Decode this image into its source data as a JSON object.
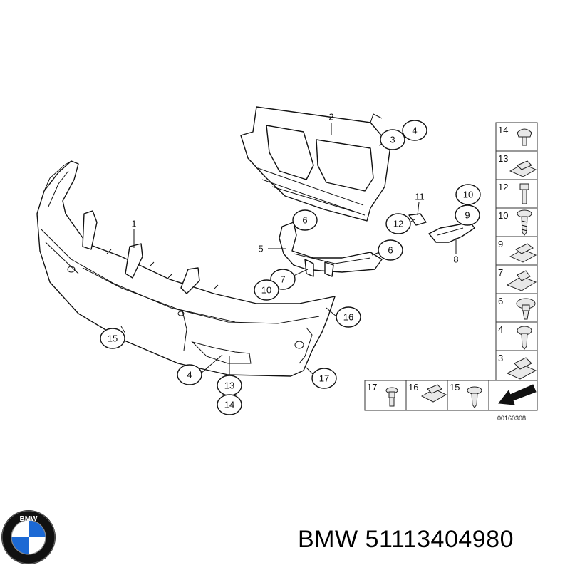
{
  "callouts": {
    "c1": "1",
    "c2": "2",
    "c3": "3",
    "c4a": "4",
    "c4b": "4",
    "c5": "5",
    "c6a": "6",
    "c6b": "6",
    "c7": "7",
    "c8": "8",
    "c9": "9",
    "c10a": "10",
    "c10b": "10",
    "c11": "11",
    "c12": "12",
    "c13": "13",
    "c14": "14",
    "c15": "15",
    "c16": "16",
    "c17": "17"
  },
  "legend": {
    "items": [
      "14",
      "13",
      "12",
      "10",
      "9",
      "7",
      "6",
      "4",
      "3"
    ],
    "bottom_items": [
      "17",
      "16",
      "15"
    ]
  },
  "diagram_code": "00160308",
  "brand": {
    "label": "BMW 51113404980",
    "logo_letters": "BMW",
    "logo_colors": {
      "blue": "#1c69d4",
      "white": "#ffffff",
      "ring": "#111111"
    }
  }
}
